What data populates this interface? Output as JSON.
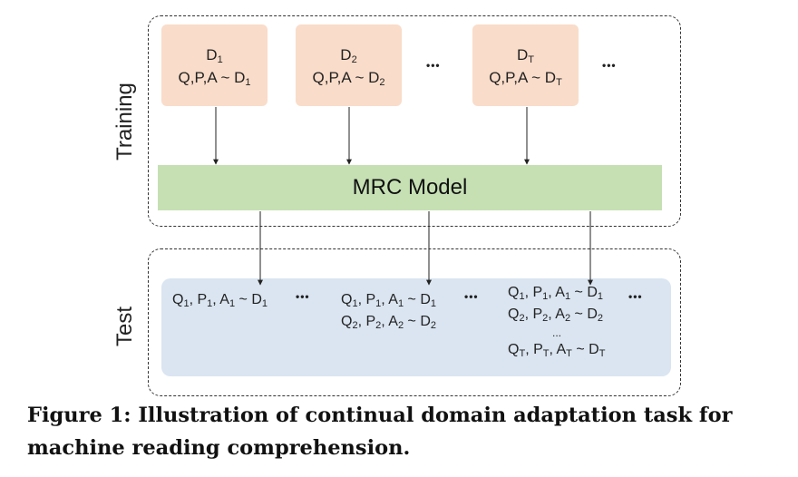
{
  "training_label": "Training",
  "test_label": "Test",
  "domains": [
    {
      "name": "D",
      "name_sub": "1",
      "dist": "Q,P,A ~ D",
      "dist_sub": "1"
    },
    {
      "name": "D",
      "name_sub": "2",
      "dist": "Q,P,A ~ D",
      "dist_sub": "2"
    },
    {
      "name": "D",
      "name_sub": "T",
      "dist": "Q,P,A ~ D",
      "dist_sub": "T"
    }
  ],
  "ellipsis": "•••",
  "vertical_ellipsis": "...",
  "model_label": "MRC Model",
  "test_lines": [
    {
      "q": "1",
      "p": "1",
      "a": "1",
      "d": "1"
    },
    {
      "q": "2",
      "p": "2",
      "a": "2",
      "d": "2"
    },
    {
      "q": "T",
      "p": "T",
      "a": "T",
      "d": "T"
    }
  ],
  "tilde_d": " ~ D",
  "caption": "Figure 1: Illustration of continual domain adaptation task for machine reading comprehension."
}
